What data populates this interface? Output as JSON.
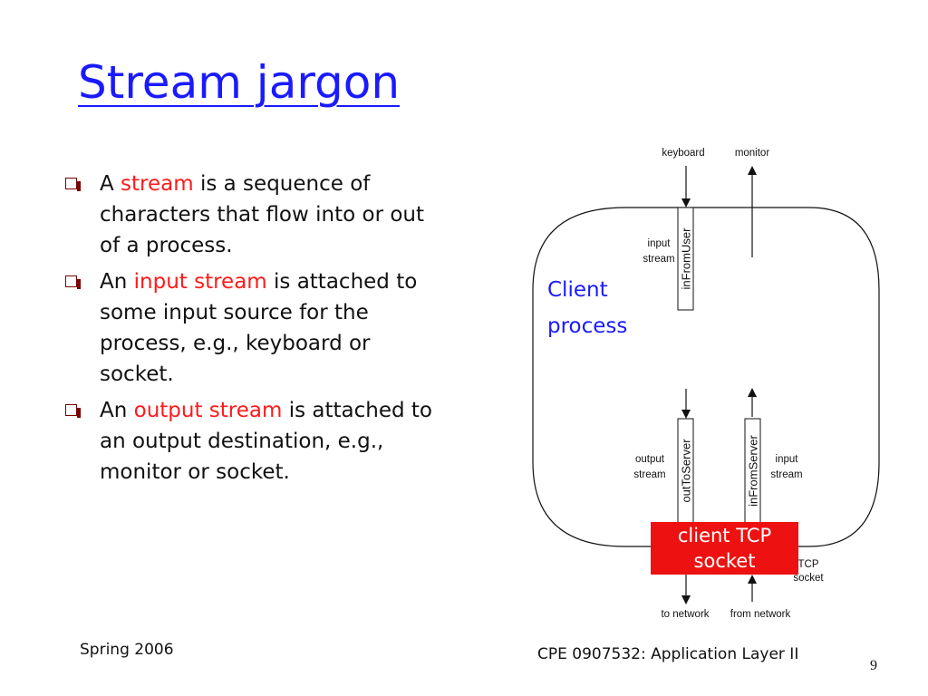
{
  "slide": {
    "title": "Stream jargon",
    "bullets": [
      {
        "prefix": "A ",
        "highlight": "stream",
        "suffix": " is a sequence of characters that flow into or out of a process."
      },
      {
        "prefix": "An ",
        "highlight": "input stream",
        "suffix": " is attached to some input source for the process, e.g., keyboard or socket."
      },
      {
        "prefix": "An ",
        "highlight": "output stream",
        "suffix": " is attached to an output destination, e.g., monitor or socket."
      }
    ],
    "footer_left": "Spring 2006",
    "footer_center": "CPE 0907532: Application Layer II",
    "page_number": "9"
  },
  "diagram": {
    "keyboard": "keyboard",
    "monitor": "monitor",
    "input_stream_top_1": "input",
    "input_stream_top_2": "stream",
    "in_from_user": "inFromUser",
    "client_process_1": "Client",
    "client_process_2": "process",
    "output_stream_1": "output",
    "output_stream_2": "stream",
    "out_to_server": "outToServer",
    "in_from_server": "inFromServer",
    "input_stream_bottom_1": "input",
    "input_stream_bottom_2": "stream",
    "client_tcp_socket_1": "client TCP",
    "client_tcp_socket_2": "socket",
    "tcp_socket_1": "TCP",
    "tcp_socket_2": "socket",
    "to_network": "to network",
    "from_network": "from network"
  },
  "colors": {
    "title": "#1a1aff",
    "highlight": "#ff1a1a",
    "socket_box": "#ee1111",
    "bullet_mark": "#7a0000"
  }
}
